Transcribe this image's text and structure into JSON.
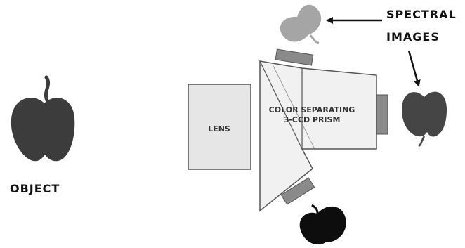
{
  "object_label": "OBJECT",
  "lens_label": "LENS",
  "prism_label_line1": "COLOR SEPARATING",
  "prism_label_line2": "3-CCD PRISM",
  "spectral_label_line1": "SPECTRAL",
  "spectral_label_line2": "IMAGES",
  "colors": {
    "object_apple": "#3c3c3c",
    "image_top": "#a5a5a5",
    "image_right": "#454545",
    "image_bottom": "#0d0d0d",
    "lens_fill": "#e6e6e6",
    "prism_fill": "#f1f1f1",
    "sensor_fill": "#8a8a8a",
    "outline": "#555555",
    "text": "#111111"
  }
}
